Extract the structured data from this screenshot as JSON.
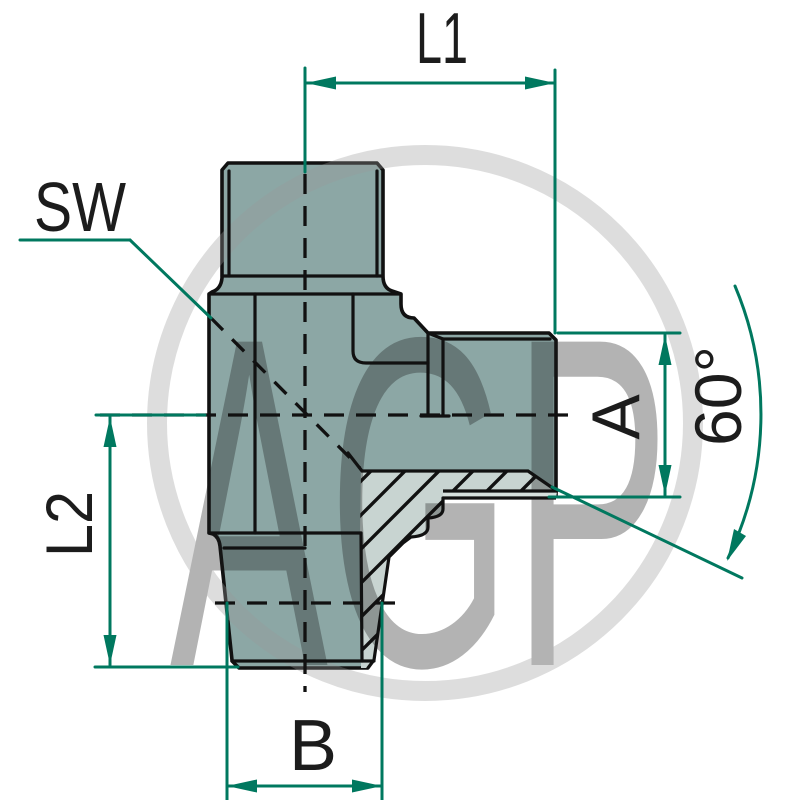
{
  "drawing": {
    "type": "technical-dimension-drawing",
    "subject": "hydraulic threaded fitting, sectional side view",
    "watermark": "AGP",
    "labels": {
      "l1": "L1",
      "sw": "SW",
      "l2": "L2",
      "b": "B",
      "a": "A",
      "angle": "60°"
    },
    "colors": {
      "body_fill": "#8ca7a5",
      "section_fill": "#c8d4d1",
      "seat_band_fill": "#d6e0dd",
      "outline": "#111111",
      "dimension_accent": "#00785f",
      "watermark_gray": "#999999",
      "background": "#ffffff"
    }
  }
}
